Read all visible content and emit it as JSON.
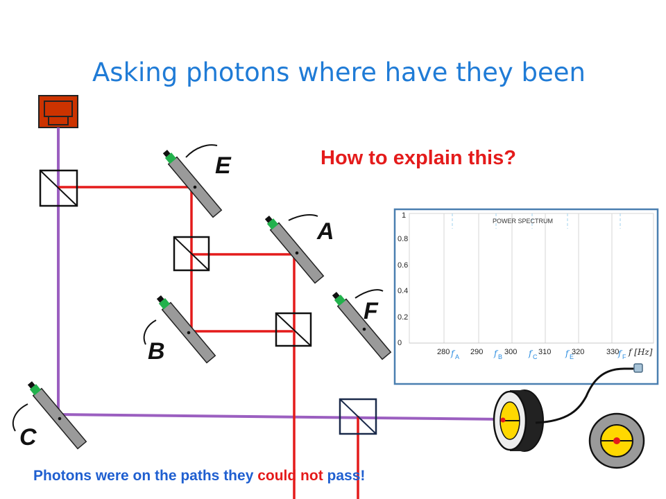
{
  "slide": {
    "title": "Asking  photons where have they been",
    "question": "How to explain this?",
    "conclusion": {
      "part1": "Photons were on the paths they ",
      "part2": "could not",
      "part3": " pass!"
    }
  },
  "mirror_labels": {
    "A": "A",
    "B": "B",
    "C": "C",
    "E": "E",
    "F": "F"
  },
  "colors": {
    "title": "#1f7bd6",
    "question": "#e41b1b",
    "beam_red": "#e41b1b",
    "beam_purple": "#9b5fc0",
    "mirror_gray": "#9a9a9a",
    "vibrator_green": "#22b14c",
    "detector_yellow": "#ffd800",
    "detector_orange": "#cc3300",
    "panel_border": "#4a7fb0",
    "conclusion_blue": "#1f5fd0",
    "conclusion_red": "#e41b1b"
  },
  "power_spectrum": {
    "title": "POWER SPECTRUM",
    "y_ticks": [
      "0",
      "0.2",
      "0.4",
      "0.6",
      "0.8",
      "1"
    ],
    "x_ticks": [
      "280",
      "290",
      "300",
      "310",
      "320",
      "330"
    ],
    "x_axis_label": "f [Hz]",
    "frequency_labels": [
      {
        "f": "f",
        "sub": "A"
      },
      {
        "f": "f",
        "sub": "B"
      },
      {
        "f": "f",
        "sub": "C"
      },
      {
        "f": "f",
        "sub": "E"
      },
      {
        "f": "f",
        "sub": "F"
      }
    ]
  }
}
